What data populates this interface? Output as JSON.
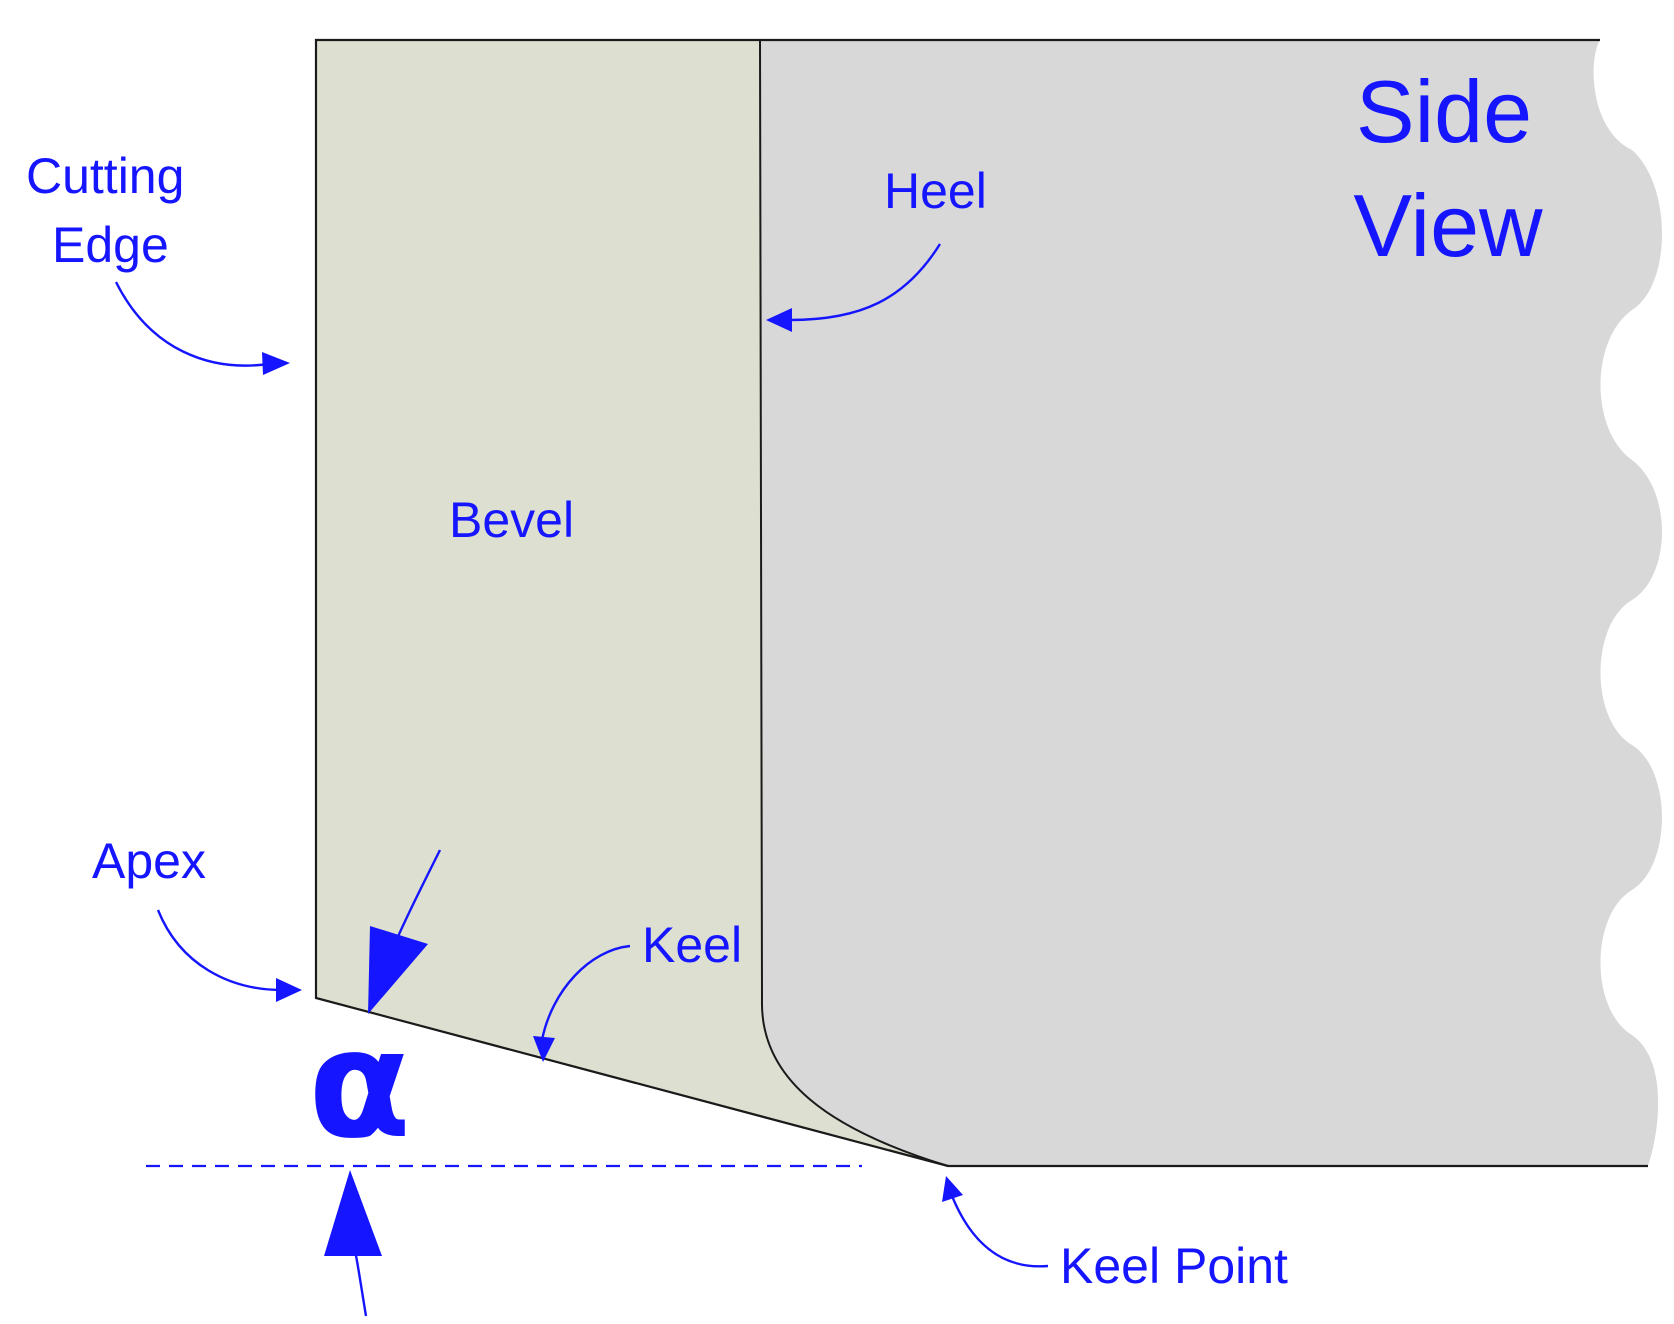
{
  "title": {
    "line1": "Side",
    "line2": "View"
  },
  "labels": {
    "cutting_edge_line1": "Cutting",
    "cutting_edge_line2": "Edge",
    "heel": "Heel",
    "bevel": "Bevel",
    "apex": "Apex",
    "keel": "Keel",
    "keel_point": "Keel Point",
    "angle_symbol": "α"
  },
  "colors": {
    "annotation": "#1515ff",
    "bevel_fill": "#dde0d0",
    "blade_fill": "#d8d8d8",
    "outline": "#1a1a1a",
    "background": "#ffffff"
  }
}
